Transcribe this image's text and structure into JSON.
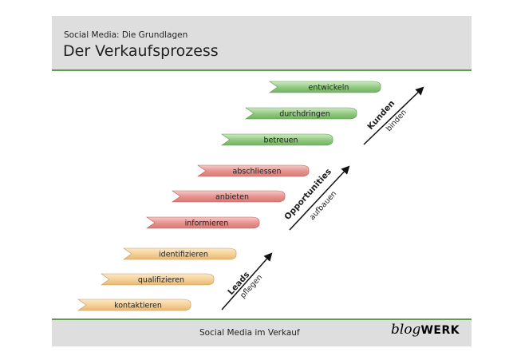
{
  "header": {
    "subtitle": "Social Media: Die Grundlagen",
    "title": "Der Verkaufsprozess"
  },
  "footer": {
    "text": "Social Media im Verkauf",
    "logo_script": "blog",
    "logo_bold": "WERK"
  },
  "colors": {
    "leads": "#f4cf95",
    "opportunities": "#e6908d",
    "kunden": "#8fc87e",
    "accent": "#5e9c50"
  },
  "stages": [
    {
      "title": "Leads",
      "subtitle": "pflegen",
      "steps": [
        "kontaktieren",
        "qualifizieren",
        "identifizieren"
      ]
    },
    {
      "title": "Opportunities",
      "subtitle": "aufbauen",
      "steps": [
        "informieren",
        "anbieten",
        "abschliessen"
      ]
    },
    {
      "title": "Kunden",
      "subtitle": "binden",
      "steps": [
        "betreuen",
        "durchdringen",
        "entwickeln"
      ]
    }
  ]
}
